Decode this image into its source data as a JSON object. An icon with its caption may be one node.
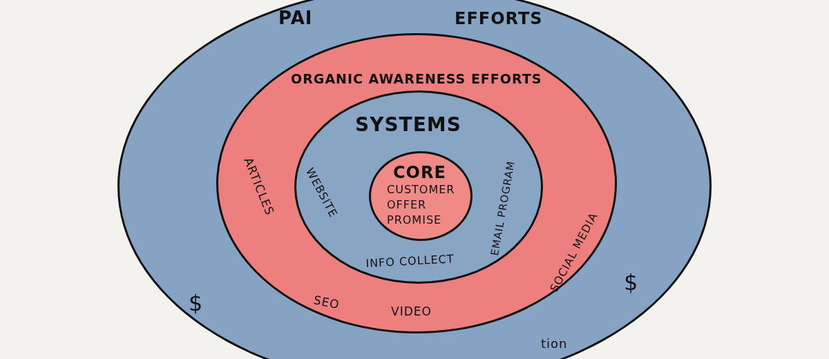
{
  "diagram": {
    "nodes": [
      {
        "text": [
          "PAI",
          "EFFORTS",
          "$",
          "tion",
          "$"
        ]
      },
      {
        "text": [
          "ORGANIC AWARENESS EFFORTS",
          "ARTICLES",
          "SEO",
          "VIDEO",
          "SOCIAL MEDIA"
        ],
        "in": 0
      },
      {
        "text": [
          "SYSTEMS",
          "WEBSITE",
          "INFO COLLECT",
          "EMAIL PROGRAM"
        ],
        "in": 1
      },
      {
        "text": [
          "CORE",
          "CUSTOMER",
          "OFFER",
          "PROMISE"
        ],
        "in": 2
      }
    ]
  }
}
